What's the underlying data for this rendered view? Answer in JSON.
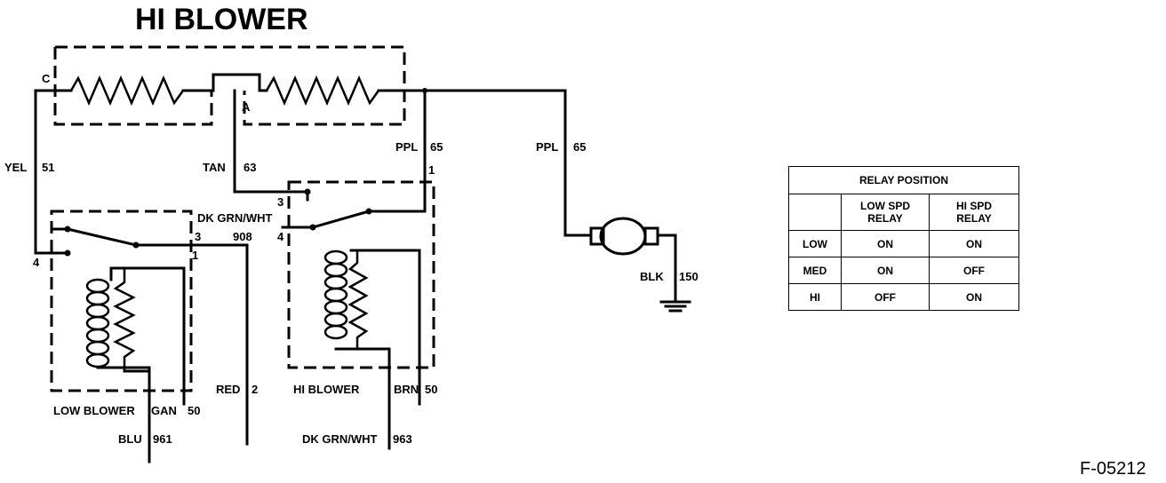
{
  "title": "HI BLOWER",
  "figure_code": "F-05212",
  "terminals": {
    "c": "C",
    "a": "A"
  },
  "pins": {
    "p3_top": "3",
    "p1_right": "1",
    "p3_left": "3",
    "p4_left": "4",
    "p4_mid": "4",
    "p1_left": "1"
  },
  "wires": {
    "yel": {
      "color": "YEL",
      "circuit": "51"
    },
    "tan": {
      "color": "TAN",
      "circuit": "63"
    },
    "ppl_left": {
      "color": "PPL",
      "circuit": "65"
    },
    "ppl_right": {
      "color": "PPL",
      "circuit": "65"
    },
    "dk_grn_wht_top": {
      "color": "DK GRN/WHT",
      "circuit": "908"
    },
    "blk": {
      "color": "BLK",
      "circuit": "150"
    },
    "red": {
      "color": "RED",
      "circuit": "2"
    },
    "brn": {
      "color": "BRN",
      "circuit": "50"
    },
    "gan": {
      "color": "GAN",
      "circuit": "50"
    },
    "blu": {
      "color": "BLU",
      "circuit": "961"
    },
    "dk_grn_wht_bottom": {
      "color": "DK GRN/WHT",
      "circuit": "963"
    }
  },
  "relays": {
    "low": "LOW BLOWER",
    "hi": "HI BLOWER"
  },
  "table": {
    "caption": "RELAY POSITION",
    "header": [
      "",
      "LOW SPD\nRELAY",
      "HI SPD\nRELAY"
    ],
    "rows": [
      {
        "label": "LOW",
        "low_spd": "ON",
        "hi_spd": "ON"
      },
      {
        "label": "MED",
        "low_spd": "ON",
        "hi_spd": "OFF"
      },
      {
        "label": "HI",
        "low_spd": "OFF",
        "hi_spd": "ON"
      }
    ]
  }
}
